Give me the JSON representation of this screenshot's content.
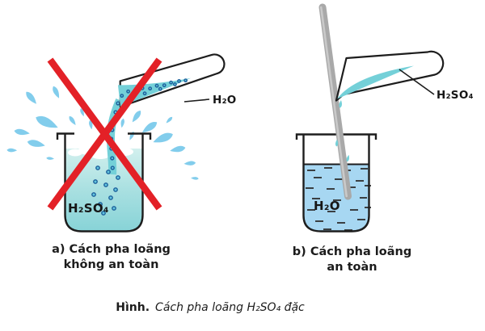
{
  "figure": {
    "panel_a": {
      "tube_label": "H₂O",
      "beaker_label": "H₂SO₄",
      "caption_line1": "a) Cách pha loãng",
      "caption_line2": "không an toàn"
    },
    "panel_b": {
      "tube_label": "H₂SO₄",
      "beaker_label": "H₂O",
      "caption_line1": "b) Cách pha loãng",
      "caption_line2": "an toàn"
    },
    "caption": {
      "prefix": "Hình.",
      "text": "Cách pha loãng H₂SO₄ đặc"
    },
    "colors": {
      "cross_red": "#e32127",
      "splash_blue": "#82cdec",
      "acid_teal": "#74d0d8",
      "water_blue": "#a7d7f2",
      "rod_gray": "#a9a9a9",
      "outline_dark": "#1d1d1d",
      "label_text": "#161616"
    }
  }
}
